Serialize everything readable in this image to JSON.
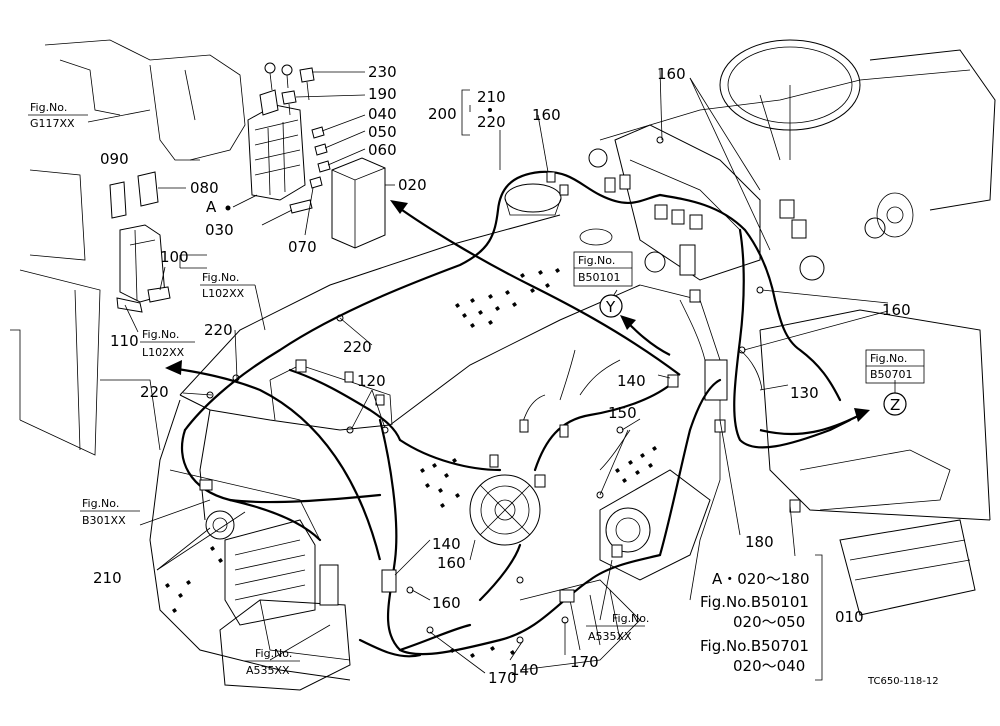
{
  "labels": {
    "p230": "230",
    "p190": "190",
    "p040": "040",
    "p050": "050",
    "p060": "060",
    "p020": "020",
    "p080": "080",
    "p090": "090",
    "p100": "100",
    "p110": "110",
    "p030": "030",
    "p070": "070",
    "pA": "A",
    "p200": "200",
    "p210top": "210",
    "p220top": "220",
    "p160a": "160",
    "p160b": "160",
    "p160c": "160",
    "p220a": "220",
    "p220b": "220",
    "p220c": "220",
    "p120": "120",
    "p140a": "140",
    "p150": "150",
    "p130": "130",
    "p180": "180",
    "p140b": "140",
    "p160d": "160",
    "p160e": "160",
    "p140c": "140",
    "p170a": "170",
    "p170b": "170",
    "p210b": "210",
    "p010": "010",
    "circleY": "Y",
    "circleZ": "Z"
  },
  "figrefs": {
    "g117_a": "Fig.No.",
    "g117_b": "G117XX",
    "l102a_a": "Fig.No.",
    "l102a_b": "L102XX",
    "l102b_a": "Fig.No.",
    "l102b_b": "L102XX",
    "b50101_a": "Fig.No.",
    "b50101_b": "B50101",
    "b50701_a": "Fig.No.",
    "b50701_b": "B50701",
    "b301_a": "Fig.No.",
    "b301_b": "B301XX",
    "a535a_a": "Fig.No.",
    "a535a_b": "A535XX",
    "a535b_a": "Fig.No.",
    "a535b_b": "A535XX"
  },
  "legend": {
    "line1": "A・020～180",
    "line2": "Fig.No.B50101",
    "line3": "020～050",
    "line4": "Fig.No.B50701",
    "line5": "020～040"
  },
  "drawing_code": "TC650-118-12"
}
